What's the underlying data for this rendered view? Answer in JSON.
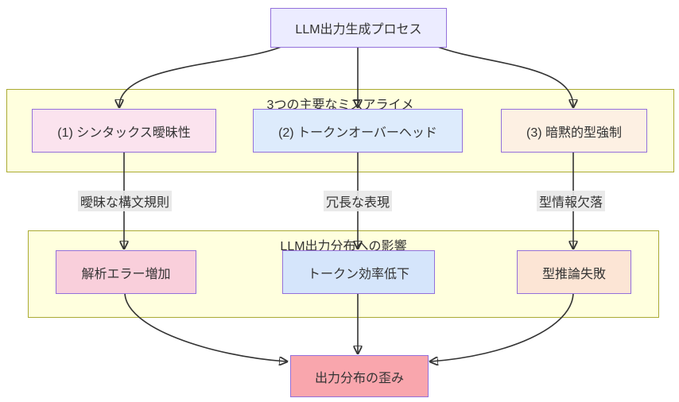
{
  "diagram": {
    "type": "flowchart",
    "root": {
      "label": "LLM出力生成プロセス",
      "fill": "#ECECFF"
    },
    "groups": [
      {
        "title": "3つの主要なミスアライメ",
        "fill": "#FFFFDE",
        "nodes": [
          {
            "label": "(1) シンタックス曖昧性",
            "fill": "#FBE3EE"
          },
          {
            "label": "(2) トークンオーバーヘッド",
            "fill": "#DDEBFC"
          },
          {
            "label": "(3) 暗黙的型強制",
            "fill": "#FDF0E3"
          }
        ]
      },
      {
        "title": "LLM出力分布への影響",
        "fill": "#FFFFDE",
        "nodes": [
          {
            "label": "解析エラー増加",
            "fill": "#F9CFDB"
          },
          {
            "label": "トークン効率低下",
            "fill": "#D5E5FB"
          },
          {
            "label": "型推論失敗",
            "fill": "#FCE5D5"
          }
        ]
      }
    ],
    "edge_labels": [
      "曖昧な構文規則",
      "冗長な表現",
      "型情報欠落"
    ],
    "sink": {
      "label": "出力分布の歪み",
      "fill": "#F9A6AD"
    },
    "colors": {
      "node_border": "#9370DB",
      "group_fill": "#FFFFDE",
      "group_border": "#AAAA33",
      "arrow": "#333333",
      "edge_label_bg": "#E8E8E8",
      "text": "#333333",
      "background": "#FFFFFF"
    }
  }
}
